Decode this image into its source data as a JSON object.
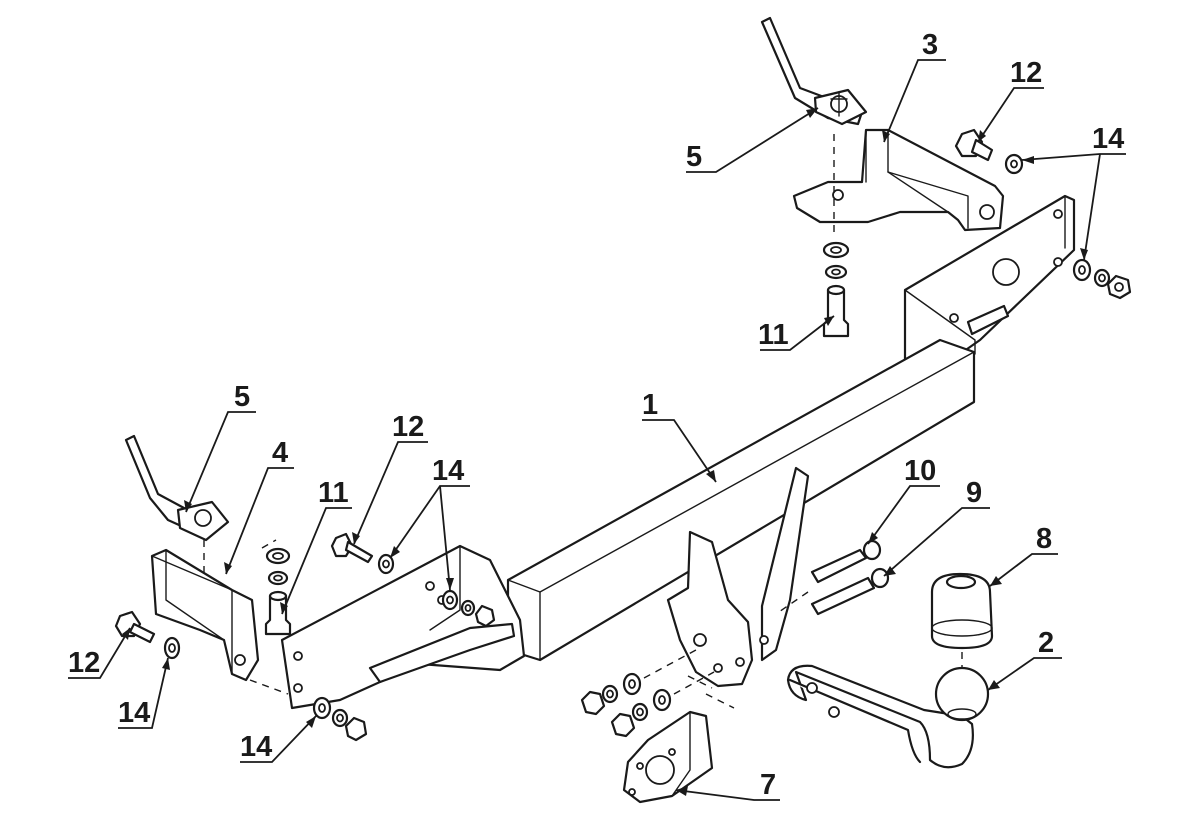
{
  "diagram": {
    "type": "exploded parts assembly",
    "callouts": [
      {
        "id": "c1",
        "label": "1",
        "part": "main crossbar beam"
      },
      {
        "id": "c2",
        "label": "2",
        "part": "tow ball neck"
      },
      {
        "id": "c3",
        "label": "3",
        "part": "right mounting bracket"
      },
      {
        "id": "c4",
        "label": "4",
        "part": "left mounting bracket"
      },
      {
        "id": "c5a",
        "label": "5",
        "part": "right mounting plate with strap"
      },
      {
        "id": "c5b",
        "label": "5",
        "part": "left mounting plate with strap"
      },
      {
        "id": "c7",
        "label": "7",
        "part": "electrical socket bracket"
      },
      {
        "id": "c8",
        "label": "8",
        "part": "tow ball cover cap"
      },
      {
        "id": "c9",
        "label": "9",
        "part": "bolt (lower)"
      },
      {
        "id": "c10",
        "label": "10",
        "part": "bolt (upper)"
      },
      {
        "id": "c11a",
        "label": "11",
        "part": "spacer sleeve right"
      },
      {
        "id": "c11b",
        "label": "11",
        "part": "spacer sleeve left"
      },
      {
        "id": "c12a",
        "label": "12",
        "part": "bolt right bracket"
      },
      {
        "id": "c12b",
        "label": "12",
        "part": "bolt center left"
      },
      {
        "id": "c12c",
        "label": "12",
        "part": "bolt left bracket"
      },
      {
        "id": "c14a",
        "label": "14",
        "part": "washers right"
      },
      {
        "id": "c14b",
        "label": "14",
        "part": "washers center"
      },
      {
        "id": "c14c",
        "label": "14",
        "part": "washer left bracket"
      },
      {
        "id": "c14d",
        "label": "14",
        "part": "washer lower left"
      }
    ]
  }
}
